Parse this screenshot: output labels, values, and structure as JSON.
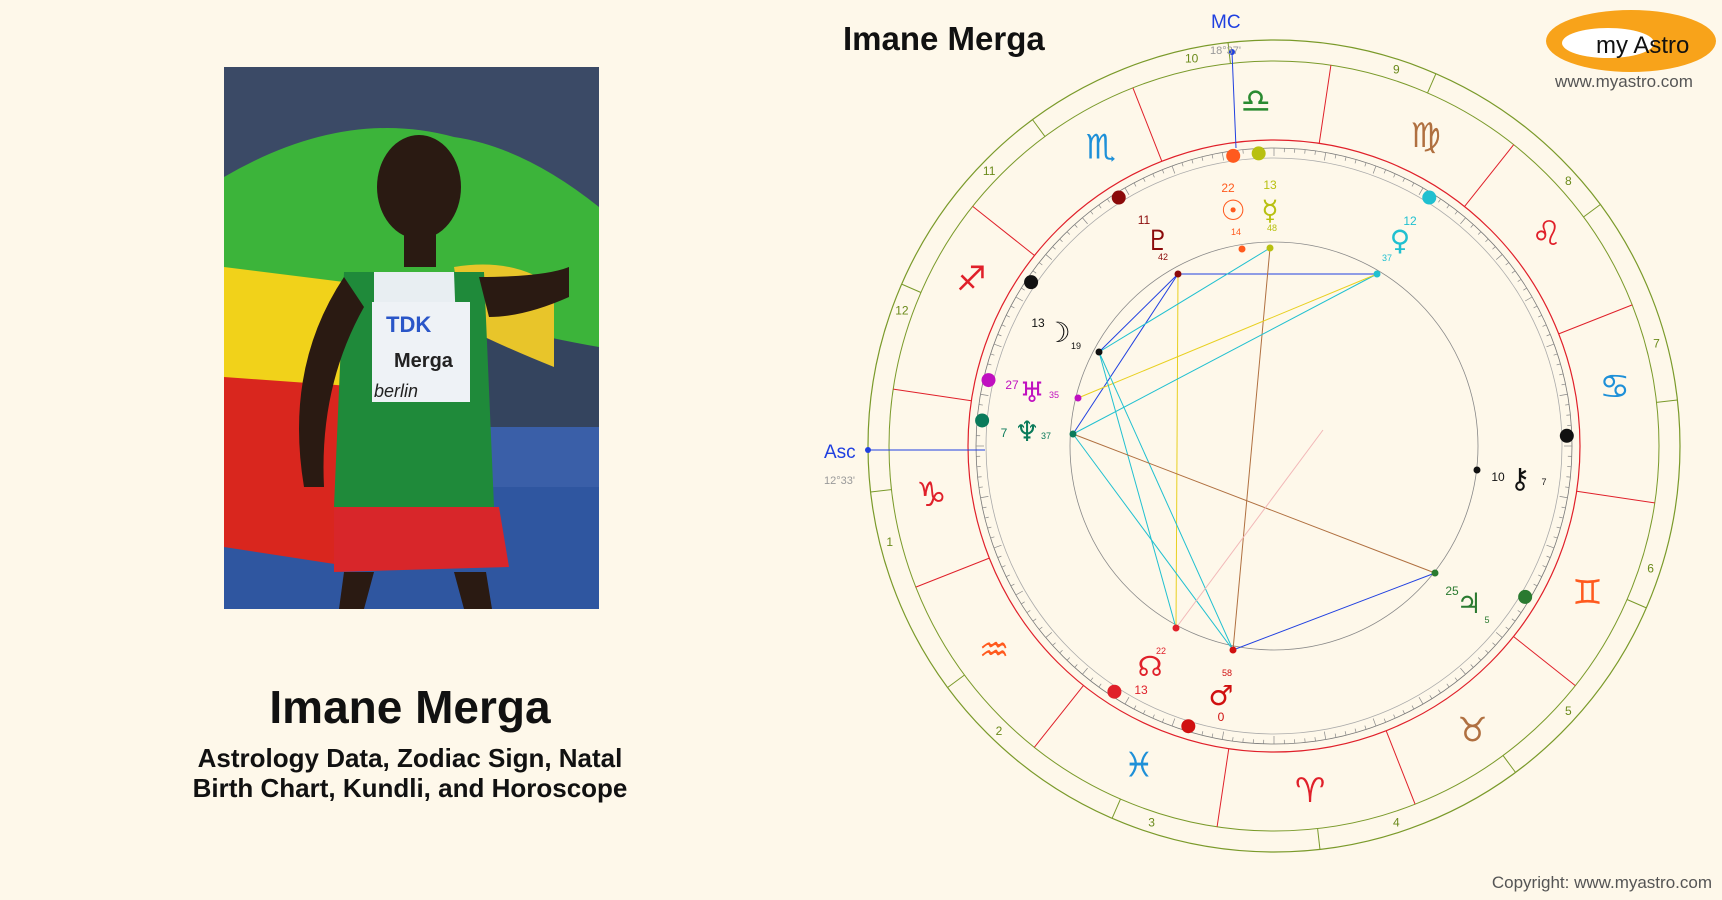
{
  "person": {
    "name": "Imane Merga",
    "subtitle_line1": "Astrology Data, Zodiac Sign, Natal",
    "subtitle_line2": "Birth Chart, Kundli, and Horoscope",
    "photo_bib_line1": "TDK",
    "photo_bib_line2": "Merga",
    "photo_bib_line3": "berlin"
  },
  "chart": {
    "title": "Imane Merga",
    "mc_label": "MC",
    "mc_degree": "18°37'",
    "asc_label": "Asc",
    "asc_degree": "12°33'"
  },
  "branding": {
    "logo_text": "my Astro",
    "site_url": "www.myastro.com",
    "copyright": "Copyright: www.myastro.com"
  },
  "colors": {
    "background": "#fef8ea",
    "outer_ring": "#7a9a2a",
    "house_ring": "#e0202a",
    "logo": "#f8a31a"
  },
  "house_numbers": [
    "1",
    "2",
    "3",
    "4",
    "5",
    "6",
    "7",
    "8",
    "9",
    "10",
    "11",
    "12"
  ],
  "signs": [
    {
      "glyph": "♑",
      "icon": "capricorn-icon",
      "color": "#e0202a"
    },
    {
      "glyph": "♒",
      "icon": "aquarius-icon",
      "color": "#ff5a1e"
    },
    {
      "glyph": "♓",
      "icon": "pisces-icon",
      "color": "#1e90d8"
    },
    {
      "glyph": "♈",
      "icon": "aries-icon",
      "color": "#e0202a"
    },
    {
      "glyph": "♉",
      "icon": "taurus-icon",
      "color": "#b07040"
    },
    {
      "glyph": "♊",
      "icon": "gemini-icon",
      "color": "#ff5a1e"
    },
    {
      "glyph": "♋",
      "icon": "cancer-icon",
      "color": "#1e90d8"
    },
    {
      "glyph": "♌",
      "icon": "leo-icon",
      "color": "#e0202a"
    },
    {
      "glyph": "♍",
      "icon": "virgo-icon",
      "color": "#b07040"
    },
    {
      "glyph": "♎",
      "icon": "libra-icon",
      "color": "#2a8a30"
    },
    {
      "glyph": "♏",
      "icon": "scorpio-icon",
      "color": "#1e90d8"
    },
    {
      "glyph": "♐",
      "icon": "sagittarius-icon",
      "color": "#e0202a"
    }
  ],
  "planets": [
    {
      "name": "sun",
      "glyph": "☉",
      "deg": "22",
      "min": "14",
      "color": "#ff5a1e"
    },
    {
      "name": "mercury",
      "glyph": "☿",
      "deg": "13",
      "min": "48",
      "color": "#b8c010"
    },
    {
      "name": "venus",
      "glyph": "♀",
      "deg": "12",
      "min": "37",
      "color": "#20c0d0"
    },
    {
      "name": "pluto",
      "glyph": "♇",
      "deg": "11",
      "min": "42",
      "color": "#8b0a0a"
    },
    {
      "name": "moon",
      "glyph": "☽",
      "deg": "13",
      "min": "19",
      "color": "#111111"
    },
    {
      "name": "uranus",
      "glyph": "♅",
      "deg": "27",
      "min": "35",
      "color": "#c010c0"
    },
    {
      "name": "neptune",
      "glyph": "♆",
      "deg": "7",
      "min": "37",
      "color": "#0a7a5a"
    },
    {
      "name": "chiron",
      "glyph": "⚷",
      "deg": "10",
      "min": "7",
      "color": "#111111"
    },
    {
      "name": "jupiter",
      "glyph": "♃",
      "deg": "25",
      "min": "5",
      "color": "#2a7a30"
    },
    {
      "name": "mars",
      "glyph": "♂",
      "deg": "0",
      "min": "58",
      "color": "#d01010"
    },
    {
      "name": "north-node",
      "glyph": "☊",
      "deg": "13",
      "min": "22",
      "color": "#e0202a"
    }
  ]
}
